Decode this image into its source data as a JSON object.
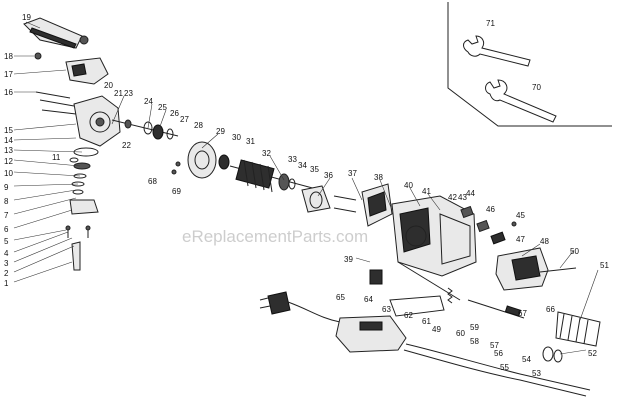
{
  "watermark": "eReplacementParts.com",
  "labels": [
    "1",
    "2",
    "3",
    "4",
    "5",
    "6",
    "7",
    "8",
    "9",
    "10",
    "11",
    "12",
    "13",
    "14",
    "15",
    "16",
    "17",
    "18",
    "19",
    "20",
    "21",
    "22",
    "23",
    "24",
    "25",
    "26",
    "27",
    "28",
    "29",
    "30",
    "31",
    "32",
    "33",
    "34",
    "35",
    "36",
    "37",
    "38",
    "39",
    "40",
    "41",
    "42",
    "43",
    "44",
    "45",
    "46",
    "47",
    "48",
    "49",
    "50",
    "51",
    "52",
    "53",
    "54",
    "55",
    "56",
    "57",
    "58",
    "59",
    "60",
    "61",
    "62",
    "63",
    "64",
    "65",
    "66",
    "67",
    "68",
    "69",
    "70",
    "71"
  ]
}
